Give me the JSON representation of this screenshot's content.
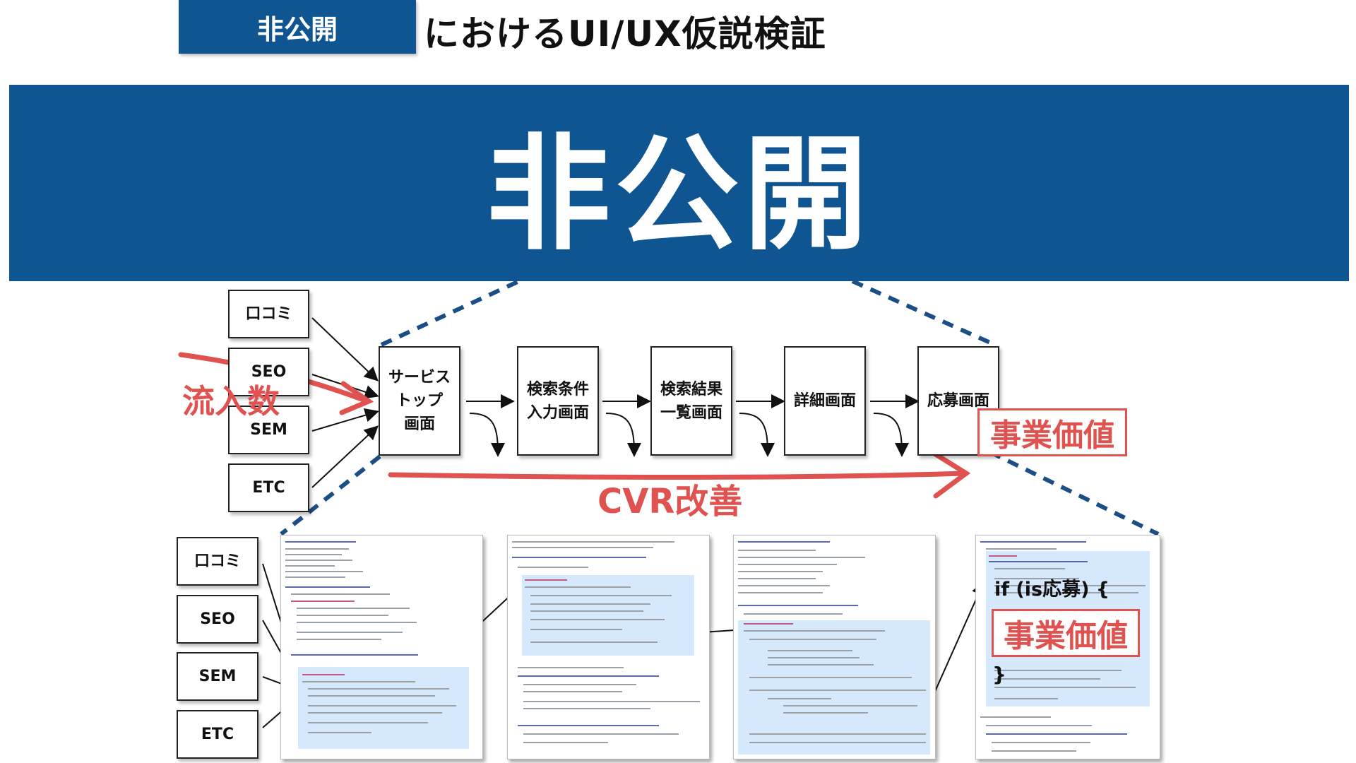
{
  "header": {
    "title": "におけるUI/UX仮説検証",
    "confidential_badge": "非公開"
  },
  "banner": {
    "text": "非公開"
  },
  "flow": {
    "sources": [
      "口コミ",
      "SEO",
      "SEM",
      "ETC"
    ],
    "screens": [
      "サービス\nトップ\n画面",
      "検索条件\n入力画面",
      "検索結果\n一覧画面",
      "詳細画面",
      "応募画面"
    ]
  },
  "annotations": {
    "inflow": "流入数",
    "business_value": "事業価値",
    "cvr": "CVR改善"
  },
  "code_section": {
    "sources": [
      "口コミ",
      "SEO",
      "SEM",
      "ETC"
    ],
    "condition_open": "if (is応募) {",
    "business_value": "事業価値",
    "close_brace": "}"
  },
  "colors": {
    "brand_blue": "#0e5592",
    "highlight_red": "#e0524f",
    "code_highlight": "#d6e8fb"
  }
}
